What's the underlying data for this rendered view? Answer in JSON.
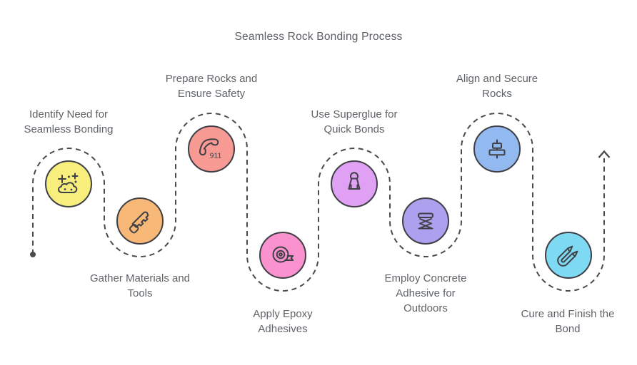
{
  "title": "Seamless Rock Bonding Process",
  "colors": {
    "background": "#ffffff",
    "circle_stroke": "#3f4045",
    "path_dash": "#4b4b4b",
    "label_text": "#5f6368",
    "title_text": "#5a5d61"
  },
  "flow": {
    "style": "dashed-serpentine",
    "start_marker": "dot",
    "end_marker": "up-arrow"
  },
  "steps": [
    {
      "id": 1,
      "icon": "rock-sparkles-icon",
      "color": "#F8EE7E",
      "lines": [
        "Identify Need for",
        "Seamless Bonding"
      ]
    },
    {
      "id": 2,
      "icon": "saw-icon",
      "color": "#F8B878",
      "lines": [
        "Gather Materials and",
        "Tools"
      ]
    },
    {
      "id": 3,
      "icon": "emergency-phone-icon",
      "color": "#F79A94",
      "badge": "911",
      "lines": [
        "Prepare Rocks and",
        "Ensure Safety"
      ]
    },
    {
      "id": 4,
      "icon": "tape-roll-icon",
      "color": "#F992CE",
      "lines": [
        "Apply Epoxy",
        "Adhesives"
      ]
    },
    {
      "id": 5,
      "icon": "binder-clip-icon",
      "color": "#E0A1F5",
      "lines": [
        "Use Superglue for",
        "Quick Bonds"
      ]
    },
    {
      "id": 6,
      "icon": "scissor-lift-icon",
      "color": "#ADA1EF",
      "lines": [
        "Employ Concrete",
        "Adhesive for",
        "Outdoors"
      ]
    },
    {
      "id": 7,
      "icon": "align-center-icon",
      "color": "#92BAF1",
      "lines": [
        "Align and Secure",
        "Rocks"
      ]
    },
    {
      "id": 8,
      "icon": "tweezers-icon",
      "color": "#7ED9F3",
      "lines": [
        "Cure and Finish the",
        "Bond"
      ]
    }
  ]
}
